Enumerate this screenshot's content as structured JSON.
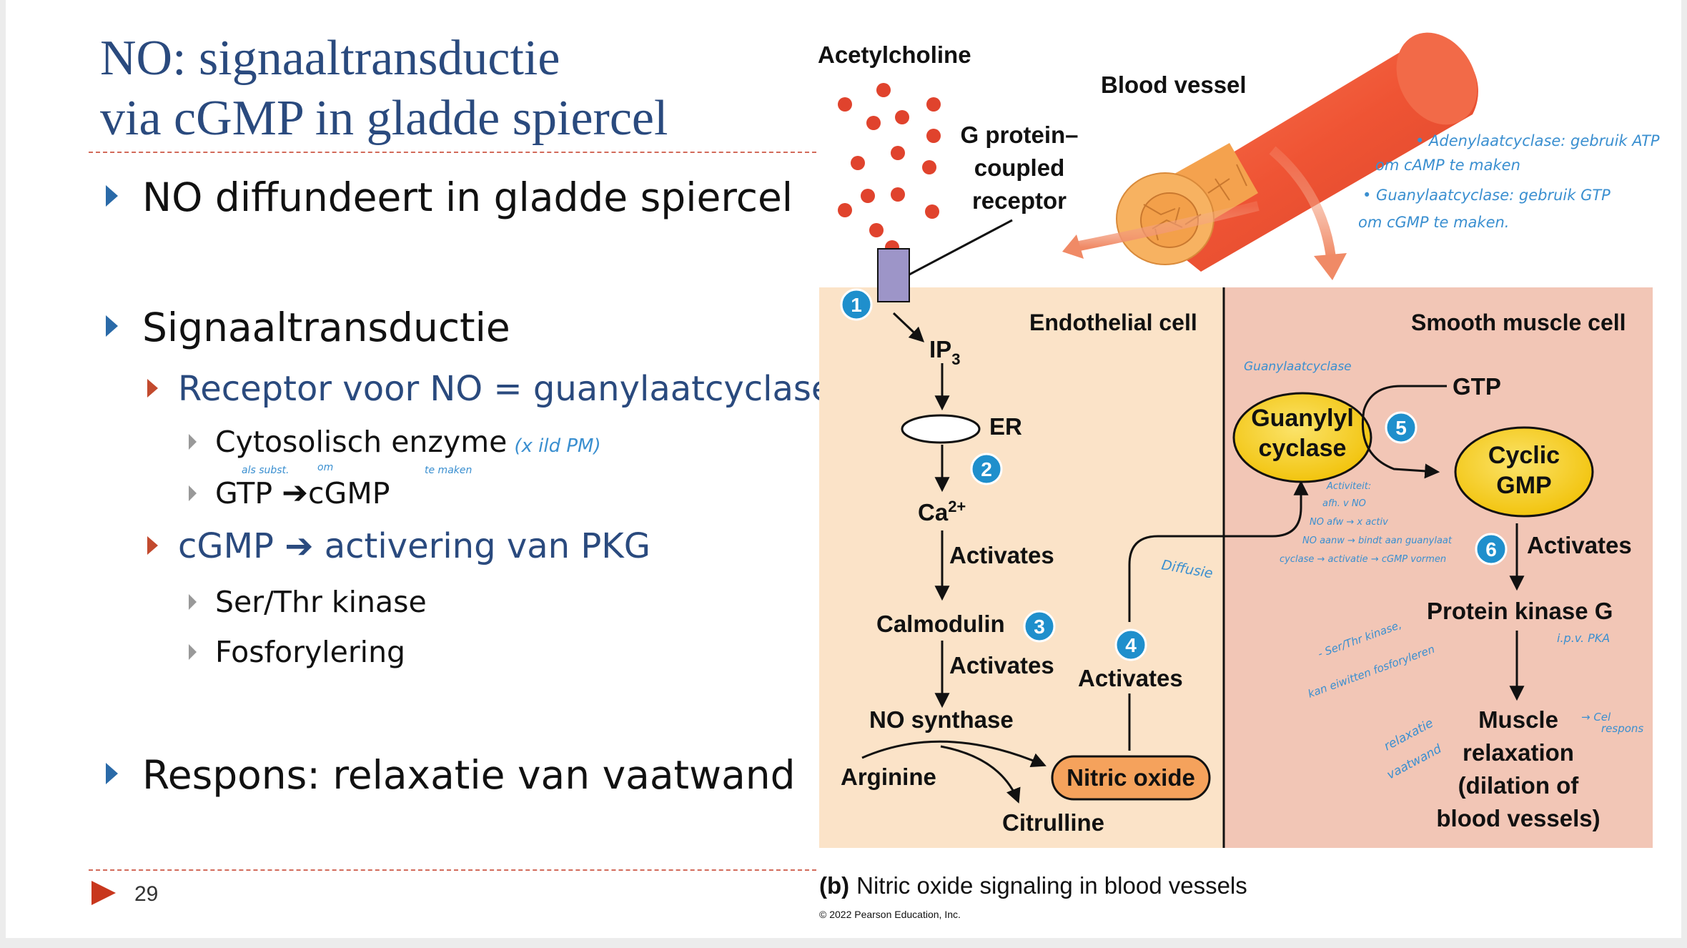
{
  "slide": {
    "title_line1": "NO: signaaltransductie",
    "title_line2": "via cGMP in gladde spiercel",
    "page_number": "29"
  },
  "bullets": {
    "b1": "NO diffundeert in gladde spiercel",
    "b2": "Signaaltransductie",
    "b2_1": "Receptor voor NO = guanylaatcyclase",
    "b2_1_1": "Cytosolisch enzyme",
    "b2_1_2_left": "GTP",
    "b2_1_2_right": "cGMP",
    "b2_2_left": "cGMP",
    "b2_2_right": "activering van PKG",
    "b2_2_1": "Ser/Thr kinase",
    "b2_2_2": "Fosforylering",
    "b3": "Respons: relaxatie van vaatwand",
    "arrow_glyph": "➔"
  },
  "annotations": {
    "enzyme_note": "(x ild PM)",
    "gtp_note1": "als subst.",
    "gtp_note2": "om",
    "gtp_note3": "te maken"
  },
  "figure": {
    "acetylcholine": "Acetylcholine",
    "blood_vessel": "Blood vessel",
    "gpcr_line1": "G protein–",
    "gpcr_line2": "coupled",
    "gpcr_line3": "receptor",
    "endothelial_cell": "Endothelial cell",
    "smooth_muscle_cell": "Smooth muscle cell",
    "ip3": "IP",
    "ip3_sub": "3",
    "er": "ER",
    "ca": "Ca",
    "ca_sup": "2+",
    "activates": "Activates",
    "calmodulin": "Calmodulin",
    "no_synthase": "NO synthase",
    "arginine": "Arginine",
    "citrulline": "Citrulline",
    "nitric_oxide": "Nitric oxide",
    "gtp": "GTP",
    "guanylyl_line1": "Guanylyl",
    "guanylyl_line2": "cyclase",
    "cgmp_line1": "Cyclic",
    "cgmp_line2": "GMP",
    "pkg": "Protein kinase G",
    "muscle_line1": "Muscle",
    "muscle_line2": "relaxation",
    "muscle_line3": "(dilation of",
    "muscle_line4": "blood vessels)",
    "step1": "1",
    "step2": "2",
    "step3": "3",
    "step4": "4",
    "step5": "5",
    "step6": "6",
    "caption_bold": "(b)",
    "caption": "Nitric oxide signaling in blood vessels",
    "copyright": "© 2022 Pearson Education, Inc."
  },
  "handwritten": {
    "note1_line1": "• Adenylaatcyclase: gebruik ATP",
    "note1_line2": "om cAMP te maken",
    "note2_line1": "• Guanylaatcyclase: gebruik GTP",
    "note2_line2": "om cGMP te maken.",
    "guanylaat": "Guanylaatcyclase",
    "act1": "Activiteit:",
    "act2": "afh. v NO",
    "act3": "NO afw → x activ",
    "act4": "NO aanw → bindt aan guanylaat",
    "act5": "cyclase → activatie → cGMP vormen",
    "diffusie": "Diffusie",
    "serthr1": "- Ser/Thr kinase,",
    "serthr2": "kan eiwitten fosforyleren",
    "ipv": "i.p.v. PKA",
    "relaxatie1": "relaxatie",
    "relaxatie2": "vaatwand",
    "cel1": "→ Cel",
    "cel2": "respons"
  },
  "colors": {
    "title": "#2a4a7e",
    "endothelial_bg": "#fbe3c8",
    "smooth_bg": "#f2c6b6",
    "step_badge": "#1f8fcc",
    "enzyme_yellow": "#f7d21f",
    "nitric_oxide": "#f5a25c",
    "handwriting": "#3a8fd0"
  }
}
